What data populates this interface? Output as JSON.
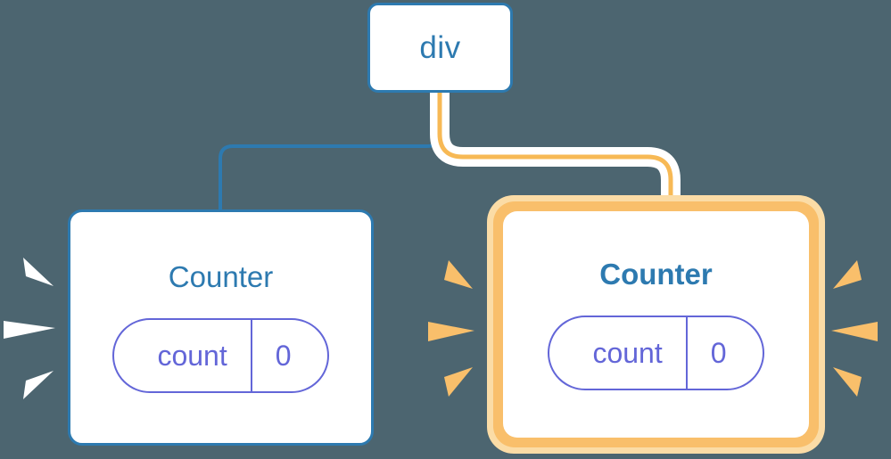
{
  "diagram": {
    "type": "component-tree",
    "background_color": "#4c6570",
    "nodes": [
      {
        "id": "div",
        "label": "div",
        "role": "root-element",
        "highlighted": false,
        "border_color": "#2d7ab0",
        "text_color": "#2d7ab0"
      },
      {
        "id": "counter-left",
        "label": "Counter",
        "role": "component-instance",
        "highlighted": false,
        "border_color": "#2d7ab0",
        "text_color": "#2d7ab0",
        "state": {
          "key": "count",
          "value": "0"
        }
      },
      {
        "id": "counter-right",
        "label": "Counter",
        "role": "component-instance",
        "highlighted": true,
        "border_color": "#f9bf6b",
        "glow_color": "#fbdca6",
        "text_color": "#2d7ab0",
        "state": {
          "key": "count",
          "value": "0"
        }
      }
    ],
    "edges": [
      {
        "from": "div",
        "to": "counter-left",
        "color": "#2d7ab0",
        "highlighted": false
      },
      {
        "from": "div",
        "to": "counter-right",
        "color": "#f7b955",
        "highlighted": true
      }
    ],
    "effects": [
      {
        "name": "burst-left-white",
        "color": "#ffffff",
        "direction": "right",
        "rays": 3
      },
      {
        "name": "burst-mid-orange",
        "color": "#f9bf6b",
        "direction": "right",
        "rays": 3
      },
      {
        "name": "burst-right-orange",
        "color": "#f9bf6b",
        "direction": "left",
        "rays": 3
      }
    ],
    "palette": {
      "background": "#4c6570",
      "blue": "#2d7ab0",
      "orange": "#f7b955",
      "orange_light": "#fbdca6",
      "indigo": "#6366d8",
      "white": "#ffffff"
    }
  }
}
